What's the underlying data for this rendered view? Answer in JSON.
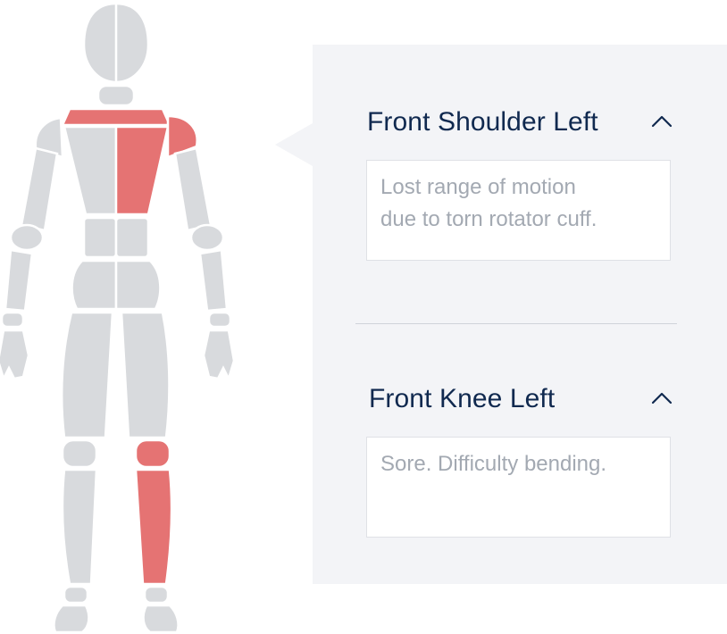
{
  "colors": {
    "body_part": "#d8dadd",
    "selected_part": "#e57373",
    "panel_background": "#f3f4f7",
    "title_text": "#10294f",
    "note_text": "#a3a9b2"
  },
  "body_map": {
    "selected_parts": [
      "front-shoulder-left",
      "front-knee-left"
    ]
  },
  "entries": [
    {
      "title": "Front Shoulder Left",
      "note": "Lost range of motion\ndue to torn rotator cuff.",
      "expanded": true,
      "toggle_icon": "chevron-up-icon"
    },
    {
      "title": "Front Knee Left",
      "note": "Sore. Difficulty bending.",
      "expanded": true,
      "toggle_icon": "chevron-up-icon"
    }
  ]
}
